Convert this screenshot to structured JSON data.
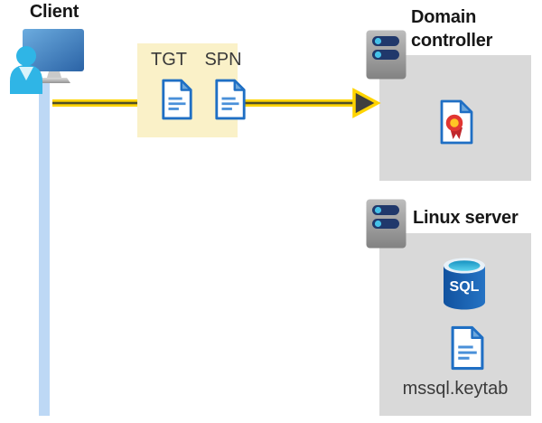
{
  "diagram": {
    "client": {
      "title": "Client"
    },
    "tickets": {
      "tgt": "TGT",
      "spn": "SPN"
    },
    "domain_controller": {
      "title": "Domain controller"
    },
    "linux_server": {
      "title": "Linux server",
      "sql": "SQL",
      "keytab": "mssql.keytab"
    }
  },
  "colors": {
    "highlight_box": "#FAF1C8",
    "arrow_yellow": "#FFD400",
    "arrow_head_dark": "#3F3F3F",
    "node_box_gray": "#D9D9D9",
    "connection_blue": "#BDD8F5",
    "icon_blue": "#1F6FC4",
    "doc_line_blue": "#4A90D9",
    "fold_blue": "#6FA8DC",
    "sql_body_blue": "#11529F",
    "sql_top_cyan": "#5BD2EE",
    "server_pill_navy": "#20386B",
    "server_dot_cyan": "#45C1E8",
    "person_cyan": "#2FB5E6",
    "ribbon_red": "#E13632",
    "seal_gold": "#FFC425",
    "title_text": "#171717",
    "label_text": "#3A3A3A"
  }
}
